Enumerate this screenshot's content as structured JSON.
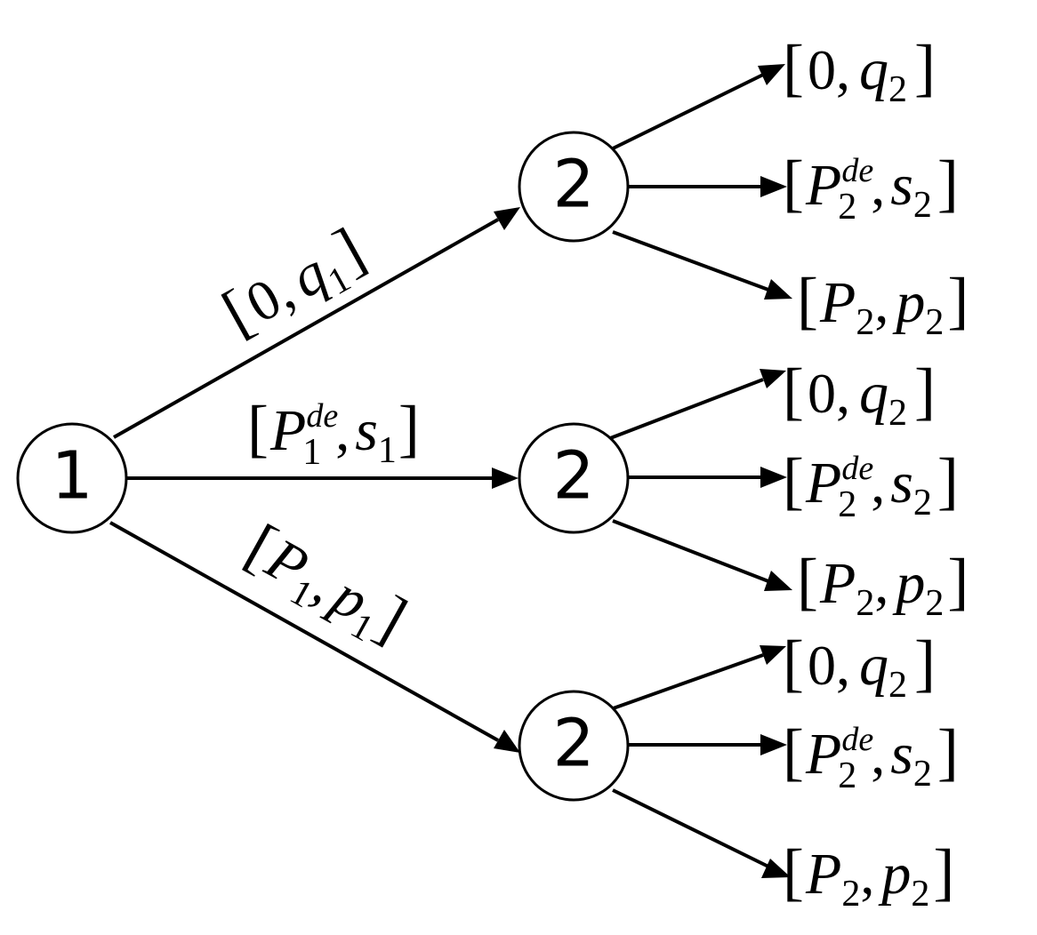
{
  "colors": {
    "stroke": "#000000",
    "background": "#ffffff"
  },
  "nodes": {
    "root": {
      "label": "1"
    },
    "child_top": {
      "label": "2"
    },
    "child_mid": {
      "label": "2"
    },
    "child_bot": {
      "label": "2"
    }
  },
  "edges": {
    "root_top": {
      "b1": "[",
      "n": "0",
      "c": ",",
      "v": "q",
      "sub": "1",
      "b2": "]"
    },
    "root_mid": {
      "b1": "[",
      "v": "P",
      "sup": "de",
      "sub": "1",
      "c": ",",
      "v2": "s",
      "sub2": "1",
      "b2": "]"
    },
    "root_bot": {
      "b1": "[",
      "v": "P",
      "sub": "1",
      "c": ",",
      "v2": "p",
      "sub2": "1",
      "b2": "]"
    }
  },
  "outcomes": [
    {
      "b1": "[",
      "n": "0",
      "c": ",",
      "v": "q",
      "sub": "2",
      "b2": "]"
    },
    {
      "b1": "[",
      "v": "P",
      "sup": "de",
      "sub": "2",
      "c": ",",
      "v2": "s",
      "sub2": "2",
      "b2": "]"
    },
    {
      "b1": "[",
      "v": "P",
      "sub": "2",
      "c": ",",
      "v2": "p",
      "sub2": "2",
      "b2": "]"
    },
    {
      "b1": "[",
      "n": "0",
      "c": ",",
      "v": "q",
      "sub": "2",
      "b2": "]"
    },
    {
      "b1": "[",
      "v": "P",
      "sup": "de",
      "sub": "2",
      "c": ",",
      "v2": "s",
      "sub2": "2",
      "b2": "]"
    },
    {
      "b1": "[",
      "v": "P",
      "sub": "2",
      "c": ",",
      "v2": "p",
      "sub2": "2",
      "b2": "]"
    },
    {
      "b1": "[",
      "n": "0",
      "c": ",",
      "v": "q",
      "sub": "2",
      "b2": "]"
    },
    {
      "b1": "[",
      "v": "P",
      "sup": "de",
      "sub": "2",
      "c": ",",
      "v2": "s",
      "sub2": "2",
      "b2": "]"
    },
    {
      "b1": "[",
      "v": "P",
      "sub": "2",
      "c": ",",
      "v2": "p",
      "sub2": "2",
      "b2": "]"
    }
  ]
}
